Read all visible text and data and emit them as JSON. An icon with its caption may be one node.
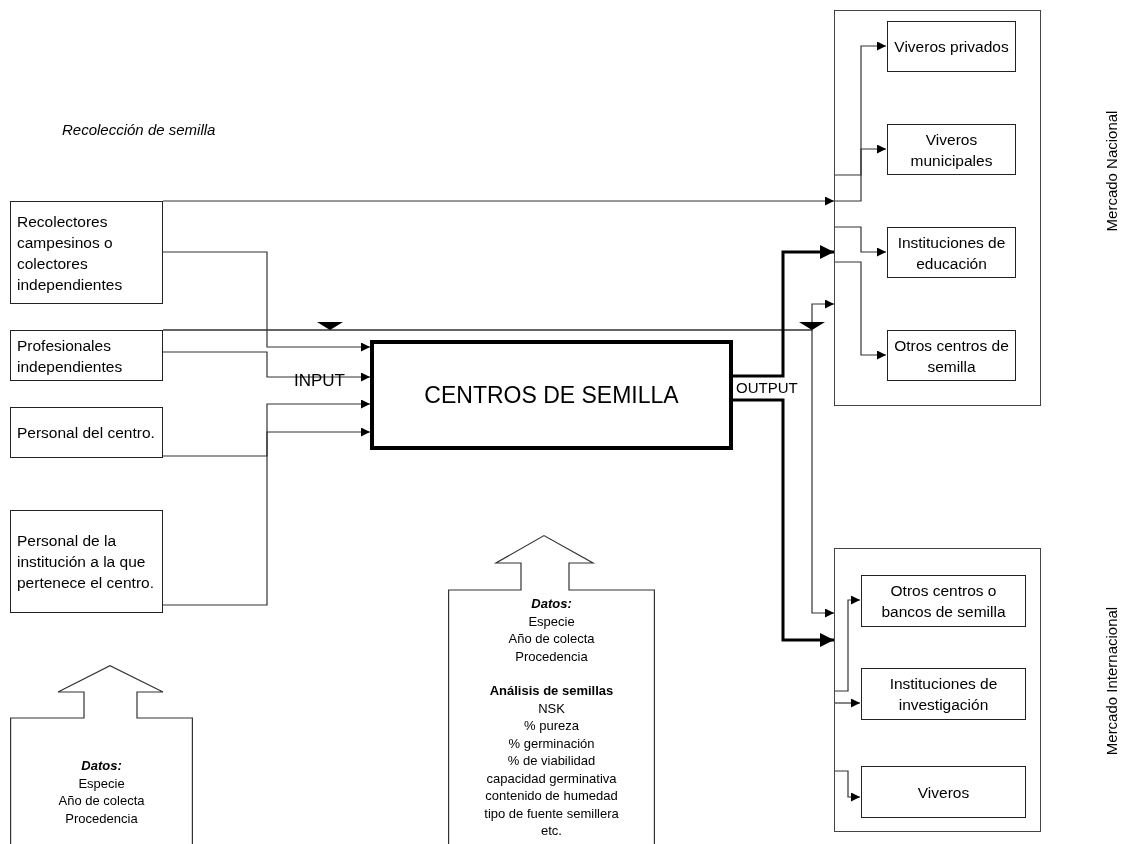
{
  "diagram": {
    "nodes": [
      {
        "text": [
          "Recolectores campesinos o colectores independientes"
        ]
      },
      {
        "text": [
          "Profesionales independientes"
        ]
      },
      {
        "text": [
          "Personal del centro."
        ]
      },
      {
        "text": [
          "Personal de la institución a la que pertenece el centro."
        ]
      },
      {
        "text": [
          "CENTROS DE SEMILLA"
        ]
      },
      {
        "text": [
          "Mercado Nacional"
        ]
      },
      {
        "text": [
          "Viveros privados"
        ],
        "in": 5
      },
      {
        "text": [
          "Viveros municipales"
        ],
        "in": 5
      },
      {
        "text": [
          "Instituciones de educación"
        ],
        "in": 5
      },
      {
        "text": [
          "Otros centros de semilla"
        ],
        "in": 5
      },
      {
        "text": [
          "Mercado Internacional"
        ]
      },
      {
        "text": [
          "Otros centros o bancos de semilla"
        ],
        "in": 10
      },
      {
        "text": [
          "Instituciones de investigación"
        ],
        "in": 10
      },
      {
        "text": [
          "Viveros"
        ],
        "in": 10
      },
      {
        "text": [
          "Datos:",
          "Especie",
          "Año de colecta",
          "Procedencia"
        ]
      },
      {
        "text": [
          "Datos:",
          "Especie",
          "Año de colecta",
          "Procedencia",
          "Análisis de semillas",
          "NSK",
          "% pureza",
          "% germinación",
          "% de viabilidad",
          "capacidad germinativa",
          "contenido de humedad",
          "tipo de fuente semillera",
          "etc."
        ]
      }
    ],
    "edges": [
      {
        "from": 0,
        "to": 5,
        "arrow": "to"
      },
      {
        "from": 0,
        "to": 4,
        "arrow": "to"
      },
      {
        "from": 1,
        "to": 4,
        "arrow": "to"
      },
      {
        "from": 2,
        "to": 4,
        "arrow": "to"
      },
      {
        "from": 3,
        "to": 4,
        "arrow": "to"
      },
      {
        "from": 1,
        "to": 5,
        "arrow": "to"
      },
      {
        "from": 1,
        "to": 10,
        "arrow": "to"
      },
      {
        "from": 4,
        "to": 5,
        "arrow": "to",
        "style": "thick"
      },
      {
        "from": 4,
        "to": 10,
        "arrow": "to",
        "style": "thick"
      },
      {
        "from": 5,
        "to": 6,
        "arrow": "to"
      },
      {
        "from": 5,
        "to": 7,
        "arrow": "to"
      },
      {
        "from": 5,
        "to": 8,
        "arrow": "to"
      },
      {
        "from": 5,
        "to": 9,
        "arrow": "to"
      },
      {
        "from": 10,
        "to": 11,
        "arrow": "to"
      },
      {
        "from": 10,
        "to": 12,
        "arrow": "to"
      },
      {
        "from": 10,
        "to": 13,
        "arrow": "to"
      }
    ],
    "labels": [
      "Recolección de semilla",
      "INPUT",
      "OUTPUT"
    ]
  }
}
